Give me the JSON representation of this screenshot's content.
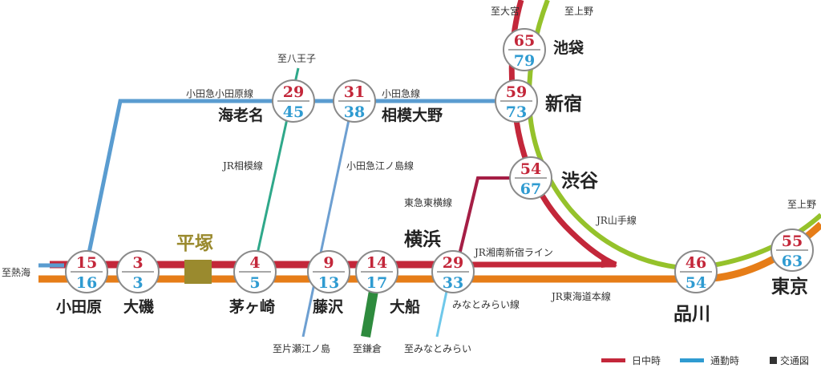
{
  "colors": {
    "daytime": "#c3273a",
    "commute": "#2f9bd1",
    "odakyu": "#5a9cd0",
    "jr_sagami": "#2fa88a",
    "enoshima": "#6d9fd1",
    "kamakura": "#2e8b3e",
    "minatomirai": "#6fc8ea",
    "tokyu": "#a51e45",
    "yamanote": "#95c22b",
    "tokaido": "#e67d18",
    "hiratsuka": "#9a8a2e"
  },
  "title_station": "平塚",
  "stations": [
    {
      "name": "小田原",
      "day": "15",
      "commute": "16"
    },
    {
      "name": "大磯",
      "day": "3",
      "commute": "3"
    },
    {
      "name": "茅ヶ崎",
      "day": "4",
      "commute": "5"
    },
    {
      "name": "藤沢",
      "day": "9",
      "commute": "13"
    },
    {
      "name": "大船",
      "day": "14",
      "commute": "17"
    },
    {
      "name": "横浜",
      "day": "29",
      "commute": "33"
    },
    {
      "name": "品川",
      "day": "46",
      "commute": "54"
    },
    {
      "name": "東京",
      "day": "55",
      "commute": "63"
    },
    {
      "name": "海老名",
      "day": "29",
      "commute": "45"
    },
    {
      "name": "相模大野",
      "day": "31",
      "commute": "38"
    },
    {
      "name": "新宿",
      "day": "59",
      "commute": "73"
    },
    {
      "name": "池袋",
      "day": "65",
      "commute": "79"
    },
    {
      "name": "渋谷",
      "day": "54",
      "commute": "67"
    }
  ],
  "line_labels": {
    "odakyu_odawara": "小田急小田原線",
    "odakyu": "小田急線",
    "jr_sagami": "JR相模線",
    "enoshima": "小田急江ノ島線",
    "tokyu_toyoko": "東急東横線",
    "shonan_shinjuku": "JR湘南新宿ライン",
    "yamanote": "JR山手線",
    "tokaido": "JR東海道本線",
    "minatomirai": "みなとみらい線"
  },
  "destinations": {
    "atami": "至熱海",
    "hachioji": "至八王子",
    "omiya": "至大宮",
    "ueno_top": "至上野",
    "ueno_right": "至上野",
    "katase": "至片瀬江ノ島",
    "kamakura": "至鎌倉",
    "minatomirai": "至みなとみらい"
  },
  "legend": {
    "daytime": "日中時",
    "commute": "通勤時",
    "map": "交通図"
  }
}
